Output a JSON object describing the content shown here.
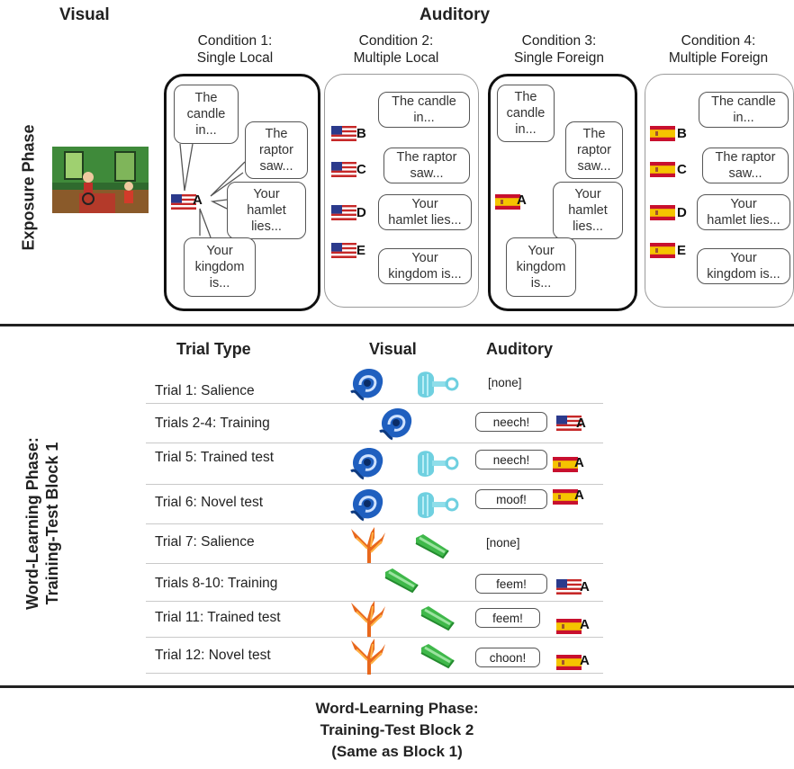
{
  "headers": {
    "visual": "Visual",
    "auditory": "Auditory"
  },
  "exposure_label": "Exposure Phase",
  "conditions": [
    {
      "line1": "Condition 1:",
      "line2": "Single Local"
    },
    {
      "line1": "Condition 2:",
      "line2": "Multiple Local"
    },
    {
      "line1": "Condition 3:",
      "line2": "Single Foreign"
    },
    {
      "line1": "Condition 4:",
      "line2": "Multiple Foreign"
    }
  ],
  "single_bubbles": [
    [
      "The",
      "candle",
      "in..."
    ],
    [
      "The",
      "raptor",
      "saw..."
    ],
    [
      "Your",
      "hamlet",
      "lies..."
    ],
    [
      "Your",
      "kingdom",
      "is..."
    ]
  ],
  "multi_bubbles": [
    [
      "The candle",
      "in..."
    ],
    [
      "The raptor",
      "saw..."
    ],
    [
      "Your",
      "hamlet lies..."
    ],
    [
      "Your",
      "kingdom is..."
    ]
  ],
  "speaker_letters": [
    "A",
    "B",
    "C",
    "D",
    "E"
  ],
  "word_learning_label": {
    "line1": "Word-Learning Phase:",
    "line2": "Training-Test Block 1"
  },
  "table_headers": {
    "trial_type": "Trial Type",
    "visual": "Visual",
    "auditory": "Auditory"
  },
  "trials": [
    {
      "label": "Trial 1:  Salience",
      "auditory": "[none]"
    },
    {
      "label": "Trials 2-4:  Training",
      "auditory": "neech!"
    },
    {
      "label": "Trial 5:  Trained test",
      "auditory": "neech!"
    },
    {
      "label": "Trial 6:  Novel test",
      "auditory": "moof!"
    },
    {
      "label": "Trial 7:  Salience",
      "auditory": "[none]"
    },
    {
      "label": "Trials 8-10: Training",
      "auditory": "feem!"
    },
    {
      "label": "Trial 11:  Trained test",
      "auditory": "feem!"
    },
    {
      "label": "Trial 12:  Novel test",
      "auditory": "choon!"
    }
  ],
  "footer": {
    "line1": "Word-Learning Phase:",
    "line2": "Training-Test Block 2",
    "line3": "(Same as Block 1)"
  },
  "colors": {
    "us_red": "#c62828",
    "us_blue": "#2b3a8c",
    "es_red": "#c8102e",
    "es_yellow": "#f5c400",
    "object_blue": "#1f5fbf",
    "object_cyan": "#6fd0e0",
    "object_orange": "#e8671c",
    "object_green": "#3fb84a"
  }
}
